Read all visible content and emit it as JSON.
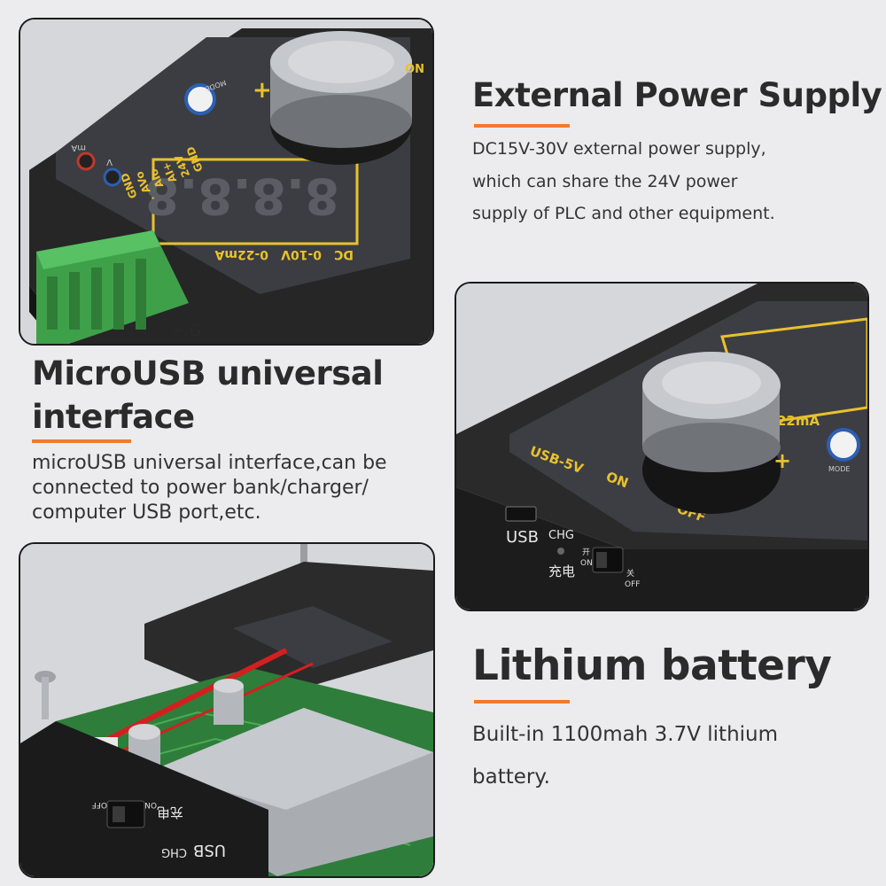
{
  "external": {
    "title": "External Power Supply",
    "lines": [
      "DC15V-30V external power supply,",
      "which can share the 24V power",
      "supply of PLC and other equipment."
    ]
  },
  "microusb": {
    "title_lines": [
      "MicroUSB universal",
      "interface"
    ],
    "lines": [
      "microUSB universal interface,can be",
      "connected to power bank/charger/",
      "computer USB port,etc."
    ]
  },
  "lithium": {
    "title": "Lithium battery",
    "lines": [
      "Built-in 1100mah 3.7V lithium",
      "battery."
    ]
  },
  "device_top": {
    "mode_label": "MODE",
    "range_labels": [
      "DC",
      "0-10V",
      "0-22mA"
    ],
    "display_digits": "8.8.8.8",
    "terminal_labels": [
      "GND",
      "AVo",
      "AIo",
      "AI+",
      "24V",
      "GND"
    ],
    "jack_labels": [
      "mA",
      "V"
    ],
    "plus_sign": "+",
    "edge_label": "+ G",
    "corner_label": "NO"
  },
  "device_side": {
    "panel_labels": [
      "USB-5V",
      "ON",
      "OFF"
    ],
    "mode_label": "MODE",
    "usb_label": "USB",
    "chg_label": "CHG",
    "chg_cn": "充电",
    "switch_labels": [
      "开",
      "ON",
      "关",
      "OFF"
    ],
    "display_fragment": "22mA",
    "plus_sign": "+"
  },
  "device_open": {
    "usb_label": "USB",
    "chg_label": "CHG",
    "chg_cn": "充电",
    "switch_labels": [
      "ON",
      "OFF"
    ]
  }
}
